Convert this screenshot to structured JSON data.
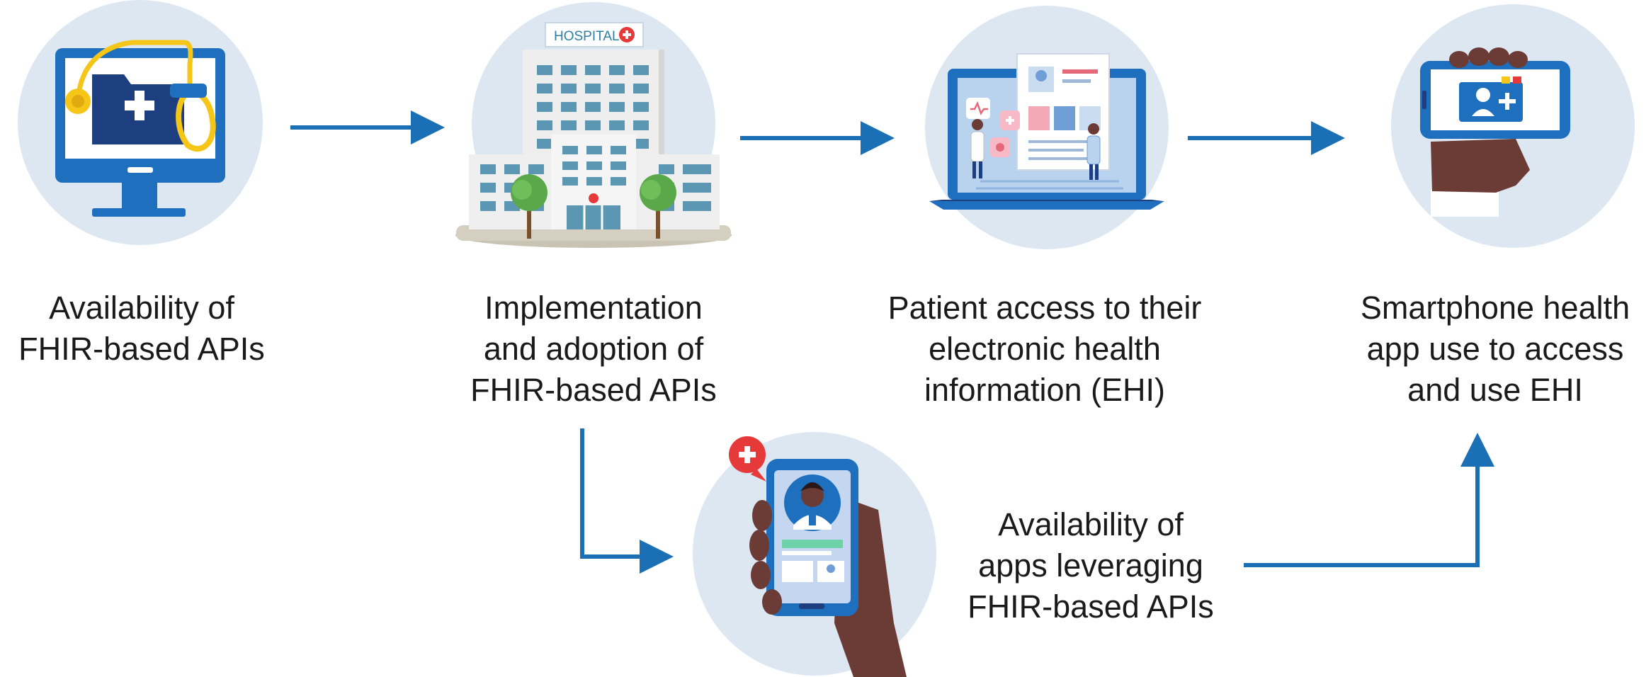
{
  "diagram": {
    "steps": [
      {
        "id": "apis",
        "label_lines": [
          "Availability of",
          "FHIR-based APIs"
        ],
        "icon": "monitor-medical-folder-icon"
      },
      {
        "id": "implementation",
        "label_lines": [
          "Implementation",
          "and adoption of",
          "FHIR-based APIs"
        ],
        "icon": "hospital-building-icon"
      },
      {
        "id": "patient-access",
        "label_lines": [
          "Patient access to their",
          "electronic health",
          "information (EHI)"
        ],
        "icon": "laptop-health-record-icon"
      },
      {
        "id": "smartphone-use",
        "label_lines": [
          "Smartphone health",
          "app use to access",
          "and use EHI"
        ],
        "icon": "hand-holding-phone-icon"
      },
      {
        "id": "apps",
        "label_lines": [
          "Availability of",
          "apps leveraging",
          "FHIR-based APIs"
        ],
        "icon": "telehealth-phone-icon"
      }
    ],
    "hospital_sign": "HOSPITAL",
    "colors": {
      "circle": "#dde7f1",
      "arrow": "#1b6fb5",
      "primary_blue": "#1f6fbf",
      "dark_navy": "#1d3f7f",
      "yellow": "#f5c518",
      "red": "#e63a3a",
      "skin_dark": "#6b3b36",
      "teal_window": "#5b97b3",
      "tree_green": "#5aa84a"
    }
  }
}
